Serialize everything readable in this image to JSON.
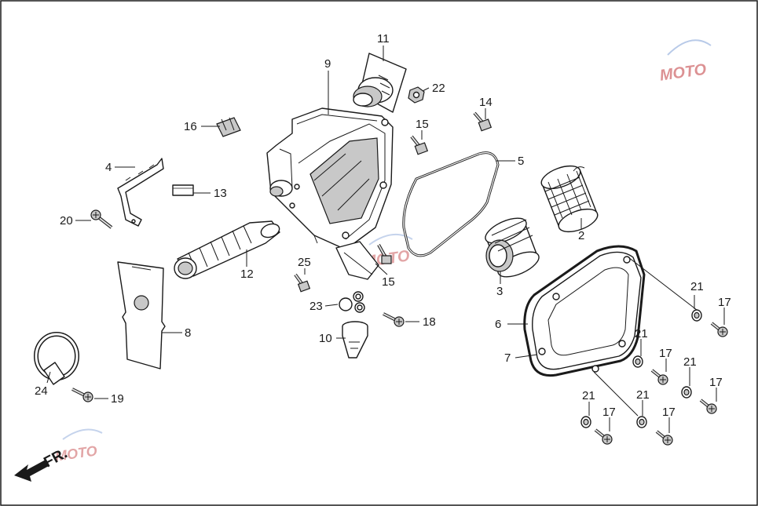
{
  "figure": {
    "direction_label": "FR.",
    "watermark": "MOTO"
  },
  "callouts": [
    {
      "id": "c1",
      "label": "11"
    },
    {
      "id": "c2",
      "label": "22"
    },
    {
      "id": "c3",
      "label": "9"
    },
    {
      "id": "c4",
      "label": "14"
    },
    {
      "id": "c5",
      "label": "16"
    },
    {
      "id": "c6",
      "label": "15"
    },
    {
      "id": "c7",
      "label": "5"
    },
    {
      "id": "c8",
      "label": "4"
    },
    {
      "id": "c9",
      "label": "13"
    },
    {
      "id": "c10",
      "label": "2"
    },
    {
      "id": "c11",
      "label": "20"
    },
    {
      "id": "c12",
      "label": "12"
    },
    {
      "id": "c13",
      "label": "25"
    },
    {
      "id": "c14",
      "label": "15"
    },
    {
      "id": "c15",
      "label": "3"
    },
    {
      "id": "c16",
      "label": "21"
    },
    {
      "id": "c17",
      "label": "23"
    },
    {
      "id": "c18",
      "label": "17"
    },
    {
      "id": "c19",
      "label": "18"
    },
    {
      "id": "c20",
      "label": "6"
    },
    {
      "id": "c21",
      "label": "8"
    },
    {
      "id": "c22",
      "label": "10"
    },
    {
      "id": "c23",
      "label": "21"
    },
    {
      "id": "c24",
      "label": "17"
    },
    {
      "id": "c25",
      "label": "7"
    },
    {
      "id": "c26",
      "label": "21"
    },
    {
      "id": "c27",
      "label": "17"
    },
    {
      "id": "c28",
      "label": "24"
    },
    {
      "id": "c29",
      "label": "19"
    },
    {
      "id": "c30",
      "label": "21"
    },
    {
      "id": "c31",
      "label": "21"
    },
    {
      "id": "c32",
      "label": "17"
    },
    {
      "id": "c33",
      "label": "17"
    }
  ]
}
